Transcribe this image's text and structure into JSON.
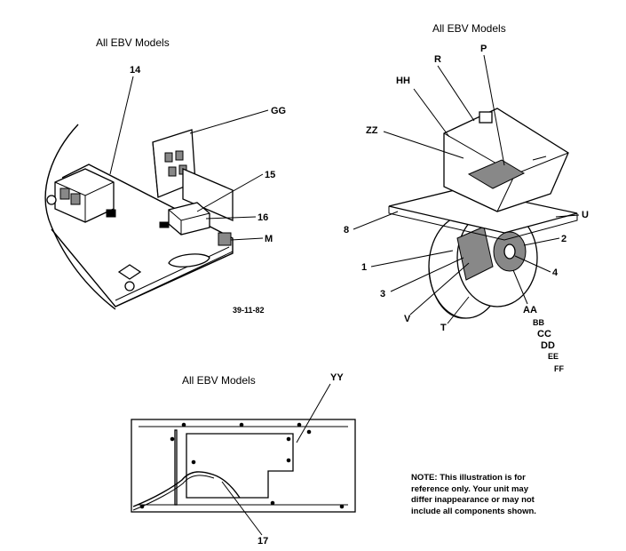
{
  "panel_left": {
    "title": "All EBV Models",
    "labels": {
      "l14": "14",
      "lgg": "GG",
      "l15": "15",
      "l16": "16",
      "lm": "M"
    },
    "code": "39-11-82"
  },
  "panel_right": {
    "title": "All EBV Models",
    "labels": {
      "lp": "P",
      "lr": "R",
      "lhh": "HH",
      "lzz": "ZZ",
      "l8": "8",
      "lu": "U",
      "l2": "2",
      "l4": "4",
      "l1": "1",
      "l3": "3",
      "lv": "V",
      "lt": "T",
      "laa": "AA",
      "lbb": "BB",
      "lcc": "CC",
      "ldd": "DD",
      "lee": "EE",
      "lff": "FF"
    }
  },
  "panel_bottom": {
    "title": "All EBV Models",
    "labels": {
      "lyy": "YY",
      "l17": "17"
    }
  },
  "note": "NOTE:    This illustration is for\nreference only.   Your unit may\ndiffer inappearance or may not\ninclude all components shown."
}
